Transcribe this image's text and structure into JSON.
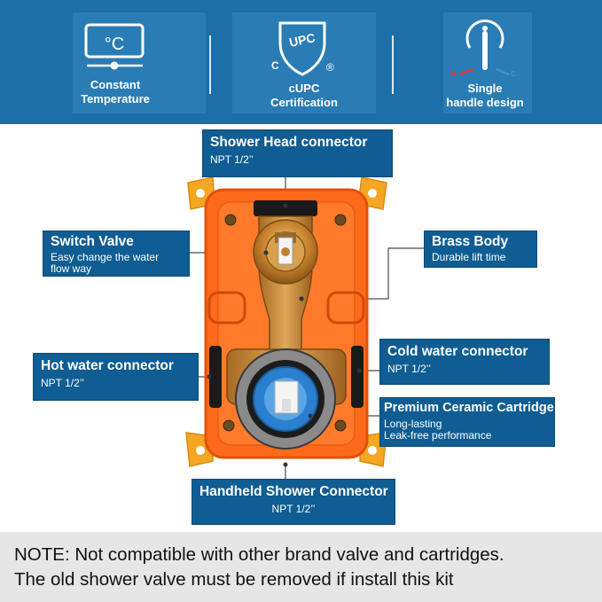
{
  "badges": [
    {
      "icon": "thermometer-display-icon",
      "symbol": "°C",
      "caption_lines": [
        "Constant",
        "Temperature"
      ]
    },
    {
      "icon": "cupc-shield-icon",
      "symbol": "UPC",
      "marks": [
        "C",
        "®"
      ],
      "caption_lines": [
        "cUPC",
        "Certification"
      ]
    },
    {
      "icon": "single-handle-icon",
      "marks": [
        "H",
        "C"
      ],
      "caption_lines": [
        "Single",
        "handle design"
      ]
    }
  ],
  "callouts": {
    "shower_head": {
      "title": "Shower Head connector",
      "sub": [
        "NPT  1/2’’"
      ]
    },
    "switch_valve": {
      "title": "Switch Valve",
      "sub": [
        "Easy change the water",
        "flow way"
      ]
    },
    "brass_body": {
      "title": "Brass Body",
      "sub": [
        "Durable lift time"
      ]
    },
    "hot_water": {
      "title": "Hot water connector",
      "sub": [
        "NPT  1/2’’"
      ]
    },
    "cold_water": {
      "title": "Cold water connector",
      "sub": [
        "NPT  1/2’’"
      ]
    },
    "cartridge": {
      "title": "Premium Ceramic Cartridge",
      "sub": [
        "Long-lasting",
        "Leak-free performance"
      ]
    },
    "handheld": {
      "title": "Handheld Shower Connector",
      "sub": [
        "NPT  1/2’’"
      ]
    }
  },
  "note": {
    "line1": "NOTE: Not compatible with other brand valve and cartridges.",
    "line2": "The old shower valve must be removed if install this kit"
  },
  "colors": {
    "top_band": "#1c6fa8",
    "callout_fill": "#0f5d92",
    "valve_box_orange": "#ff6a1a",
    "valve_frame_yellow": "#f5a623",
    "brass": "#c8832c",
    "note_band": "#e6e6e6"
  }
}
